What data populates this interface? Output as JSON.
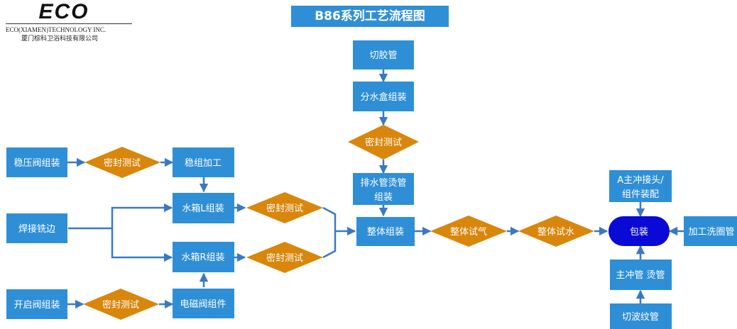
{
  "logo": {
    "mark": "ECO",
    "company_en": "ECO(XIAMEN)TECHNOLOGY INC.",
    "company_cn": "厦门棕科卫浴科技有限公司"
  },
  "title": "B86系列工艺流程图",
  "colors": {
    "box": "#2f8fd6",
    "diamond": "#d9860c",
    "terminal": "#0a0ad6",
    "arrow": "#3a78c6"
  },
  "nodes": {
    "cut_hose": "切胶管",
    "manifold_asm": "分水盒组装",
    "seal_test_top": "密封测试",
    "drain_pipe_line1": "排水管烫管",
    "drain_pipe_line2": "组装",
    "regulator_asm": "稳压阀组装",
    "seal_test_1": "密封测试",
    "stabilizer_proc": "稳组加工",
    "weld_mill": "焊接铣边",
    "tank_l": "水箱L组装",
    "seal_test_l": "密封测试",
    "tank_r": "水箱R组装",
    "seal_test_r": "密封测试",
    "final_asm": "整体组装",
    "air_test": "整体试气",
    "water_test": "整体试水",
    "open_valve_asm": "开启阀组装",
    "seal_test_valve": "密封测试",
    "solenoid": "电磁阀组件",
    "packing": "包装",
    "a_main_line1": "A主冲接头/",
    "a_main_line2": "组件装配",
    "bowl_pipe": "加工洗圈管",
    "main_flush": "主冲管 烫管",
    "cut_corrugated": "切波纹管"
  }
}
